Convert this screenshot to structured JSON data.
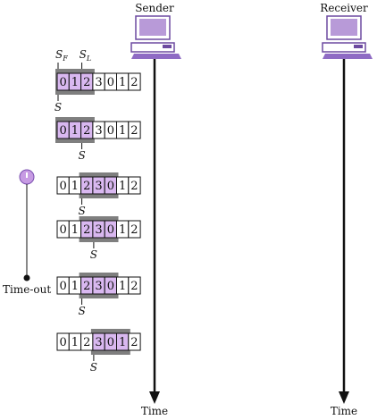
{
  "sender_label": "Sender",
  "receiver_label": "Receiver",
  "time_label_sender": "Time",
  "time_label_receiver": "Time",
  "timeout_label": "Time-out",
  "pointer_sf": "S",
  "pointer_sf_sub": "F",
  "pointer_sl": "S",
  "pointer_sl_sub": "L",
  "pointer_s": "S",
  "colors": {
    "window_fill": "#d9b8f0",
    "window_frame": "#7f7f7f",
    "computer_fill": "#ffffff",
    "computer_accent": "#7a4fb0",
    "clock_fill": "#c79be3"
  },
  "rows": [
    {
      "cells": [
        "0",
        "1",
        "2",
        "3",
        "0",
        "1",
        "2"
      ],
      "window_start": 0,
      "window_size": 3,
      "s_index": 0,
      "show_sf_sl": true
    },
    {
      "cells": [
        "0",
        "1",
        "2",
        "3",
        "0",
        "1",
        "2"
      ],
      "window_start": 0,
      "window_size": 3,
      "s_index": 2,
      "show_sf_sl": false
    },
    {
      "cells": [
        "0",
        "1",
        "2",
        "3",
        "0",
        "1",
        "2"
      ],
      "window_start": 2,
      "window_size": 3,
      "s_index": 2,
      "show_sf_sl": false
    },
    {
      "cells": [
        "0",
        "1",
        "2",
        "3",
        "0",
        "1",
        "2"
      ],
      "window_start": 2,
      "window_size": 3,
      "s_index": 3,
      "show_sf_sl": false
    },
    {
      "cells": [
        "0",
        "1",
        "2",
        "3",
        "0",
        "1",
        "2"
      ],
      "window_start": 2,
      "window_size": 3,
      "s_index": 2,
      "show_sf_sl": false
    },
    {
      "cells": [
        "0",
        "1",
        "2",
        "3",
        "0",
        "1",
        "2"
      ],
      "window_start": 3,
      "window_size": 3,
      "s_index": 3,
      "show_sf_sl": false
    }
  ]
}
